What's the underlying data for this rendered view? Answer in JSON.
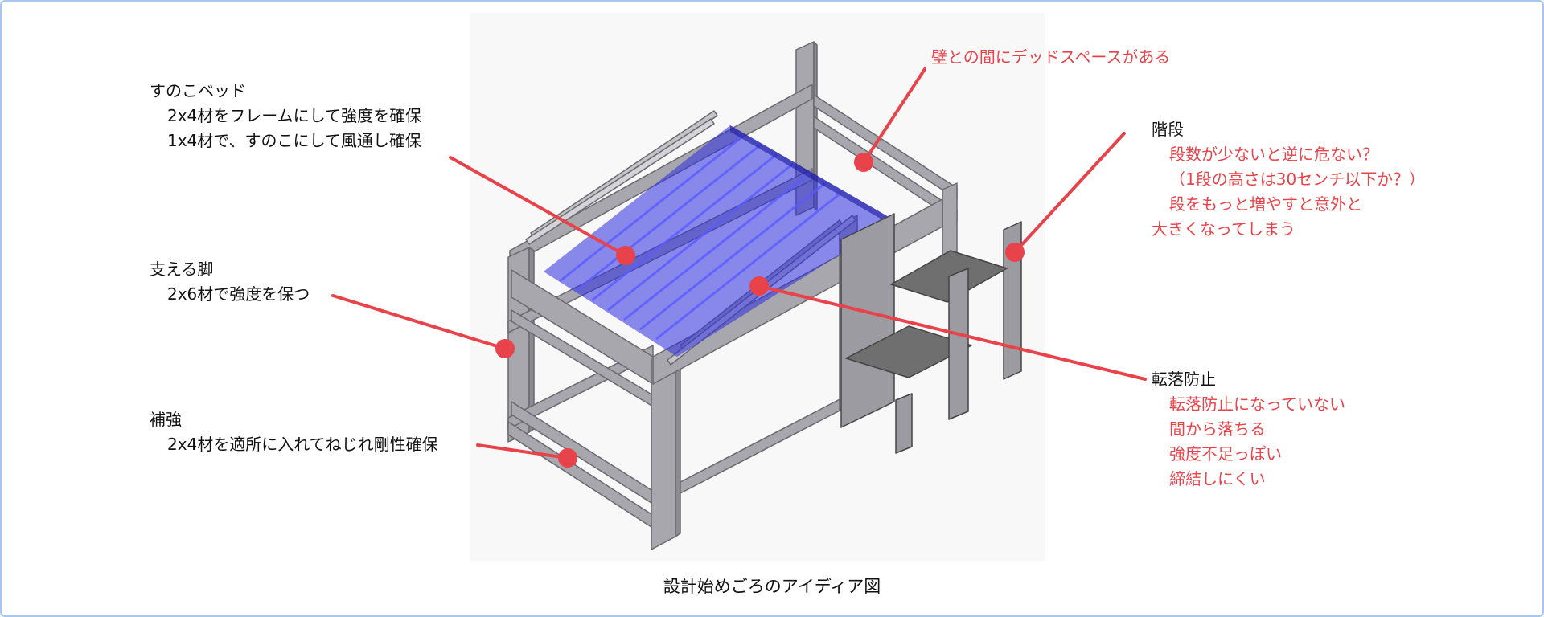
{
  "annotations": {
    "sunoko": {
      "title": "すのこベッド",
      "lines": [
        "2x4材をフレームにして強度を確保",
        "1x4材で、すのこにして風通し確保"
      ]
    },
    "legs": {
      "title": "支える脚",
      "lines": [
        "2x6材で強度を保つ"
      ]
    },
    "reinforce": {
      "title": "補強",
      "lines": [
        "2x4材を適所に入れてねじれ剛性確保"
      ]
    },
    "deadspace": {
      "title": "壁との間にデッドスペースがある"
    },
    "stairs": {
      "title": "階段",
      "lines": [
        "段数が少ないと逆に危ない？",
        "（1段の高さは30センチ以下か？）",
        "段をもっと増やすと意外と"
      ],
      "last": "大きくなってしまう"
    },
    "fallguard": {
      "title": "転落防止",
      "lines": [
        "転落防止になっていない",
        "間から落ちる",
        "強度不足っぽい",
        "締結しにくい"
      ]
    }
  },
  "caption": "設計始めごろのアイディア図",
  "colors": {
    "accent_red": "#e8434a",
    "frame_gray": "#a8a7ad",
    "slat_blue": "#2b2be0",
    "step_gray": "#6f6f6f",
    "border_blue": "#a9c7ee"
  }
}
